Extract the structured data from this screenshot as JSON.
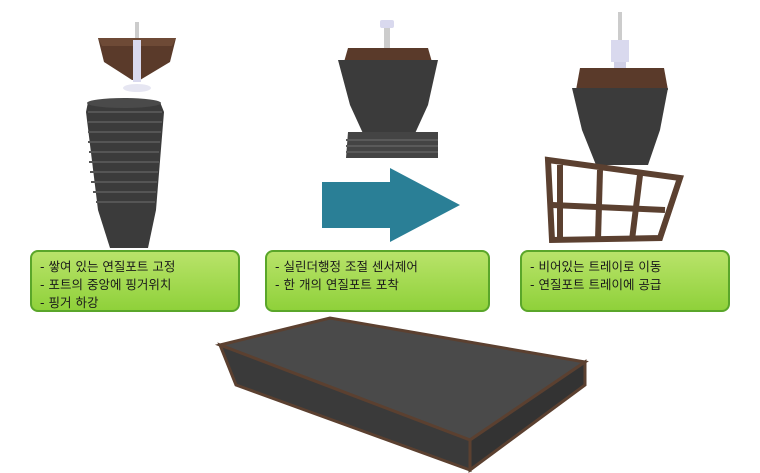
{
  "steps": [
    {
      "lines": [
        "- 쌓여 있는 연질포트 고정",
        "- 포트의 중앙에 핑거위치",
        "- 핑거 하강"
      ]
    },
    {
      "lines": [
        "- 실린더행정 조절 센서제어",
        "- 한 개의 연질포트 포착"
      ]
    },
    {
      "lines": [
        "- 비어있는 트레이로 이동",
        "- 연질포트 트레이에 공급"
      ]
    }
  ],
  "colors": {
    "caption_fill": "#9fd84a",
    "caption_border": "#5aa62a",
    "arrow": "#2a7f96",
    "pot": "#3a3a3a",
    "gripper": "#5a3a2a",
    "frame": "#5b4030"
  },
  "icons": [
    "finger-gripper-icon",
    "stacked-pots-icon",
    "right-arrow-icon",
    "tray-icon"
  ]
}
